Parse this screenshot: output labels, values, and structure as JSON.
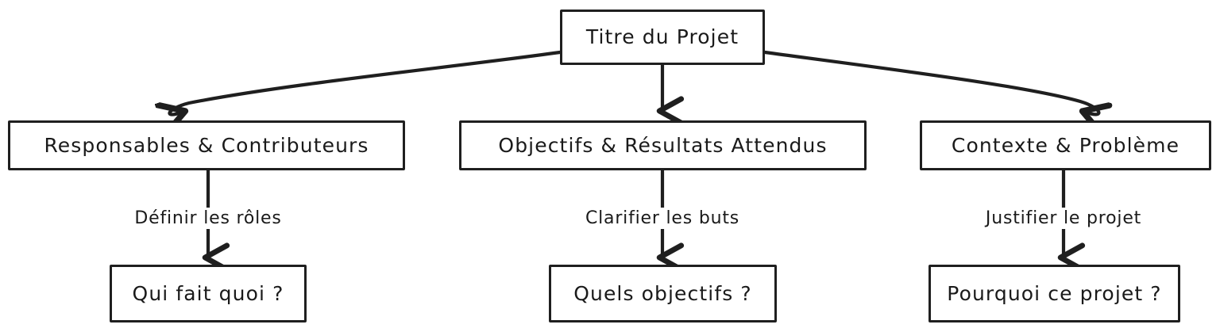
{
  "diagram": {
    "title": "Titre du Projet",
    "background_color": "#ffffff",
    "stroke_color": "#1f1f1f",
    "text_color": "#1a1a1a",
    "style": "hand-drawn flowchart",
    "nodes": {
      "root": {
        "label": "Titre du Projet"
      },
      "branches": [
        {
          "label": "Responsables & Contributeurs"
        },
        {
          "label": "Objectifs & Résultats Attendus"
        },
        {
          "label": "Contexte & Problème"
        }
      ],
      "leaves": [
        {
          "label": "Qui fait quoi ?"
        },
        {
          "label": "Quels objectifs ?"
        },
        {
          "label": "Pourquoi ce projet ?"
        }
      ]
    },
    "edges": [
      {
        "from": "Titre du Projet",
        "to": "Responsables & Contributeurs",
        "label": "",
        "shape": "curved"
      },
      {
        "from": "Titre du Projet",
        "to": "Objectifs & Résultats Attendus",
        "label": "",
        "shape": "straight"
      },
      {
        "from": "Titre du Projet",
        "to": "Contexte & Problème",
        "label": "",
        "shape": "curved"
      },
      {
        "from": "Responsables & Contributeurs",
        "to": "Qui fait quoi ?",
        "label": "Définir les rôles",
        "shape": "straight"
      },
      {
        "from": "Objectifs & Résultats Attendus",
        "to": "Quels objectifs ?",
        "label": "Clarifier les buts",
        "shape": "straight"
      },
      {
        "from": "Contexte & Problème",
        "to": "Pourquoi ce projet ?",
        "label": "Justifier le projet",
        "shape": "straight"
      }
    ],
    "edge_labels": [
      "Définir les rôles",
      "Clarifier les buts",
      "Justifier le projet"
    ]
  }
}
